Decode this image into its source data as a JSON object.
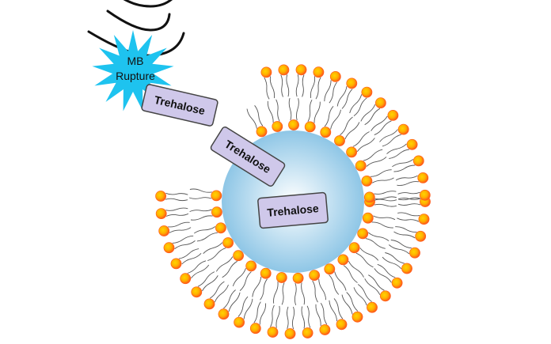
{
  "diagram": {
    "burst_label_line1": "MB",
    "burst_label_line2": "Rupture",
    "molecule_labels": [
      "Trehalose",
      "Trehalose",
      "Trehalose"
    ]
  },
  "colors": {
    "background": "#ffffff",
    "lipid_head_outer": "#ff5a1a",
    "lipid_head_inner": "#ffd400",
    "lipid_tail": "#555555",
    "burst_fill": "#1ec3ef",
    "burst_text": "#111111",
    "core_center": "#ffffff",
    "core_edge": "#8ec6e6",
    "molecule_fill": "#cfc8ea",
    "molecule_stroke": "#444444",
    "ultrasound_arc": "#111111"
  },
  "icons": {
    "burst": "starburst-icon",
    "waves": "ultrasound-waves-icon",
    "lipid": "phospholipid-icon"
  }
}
